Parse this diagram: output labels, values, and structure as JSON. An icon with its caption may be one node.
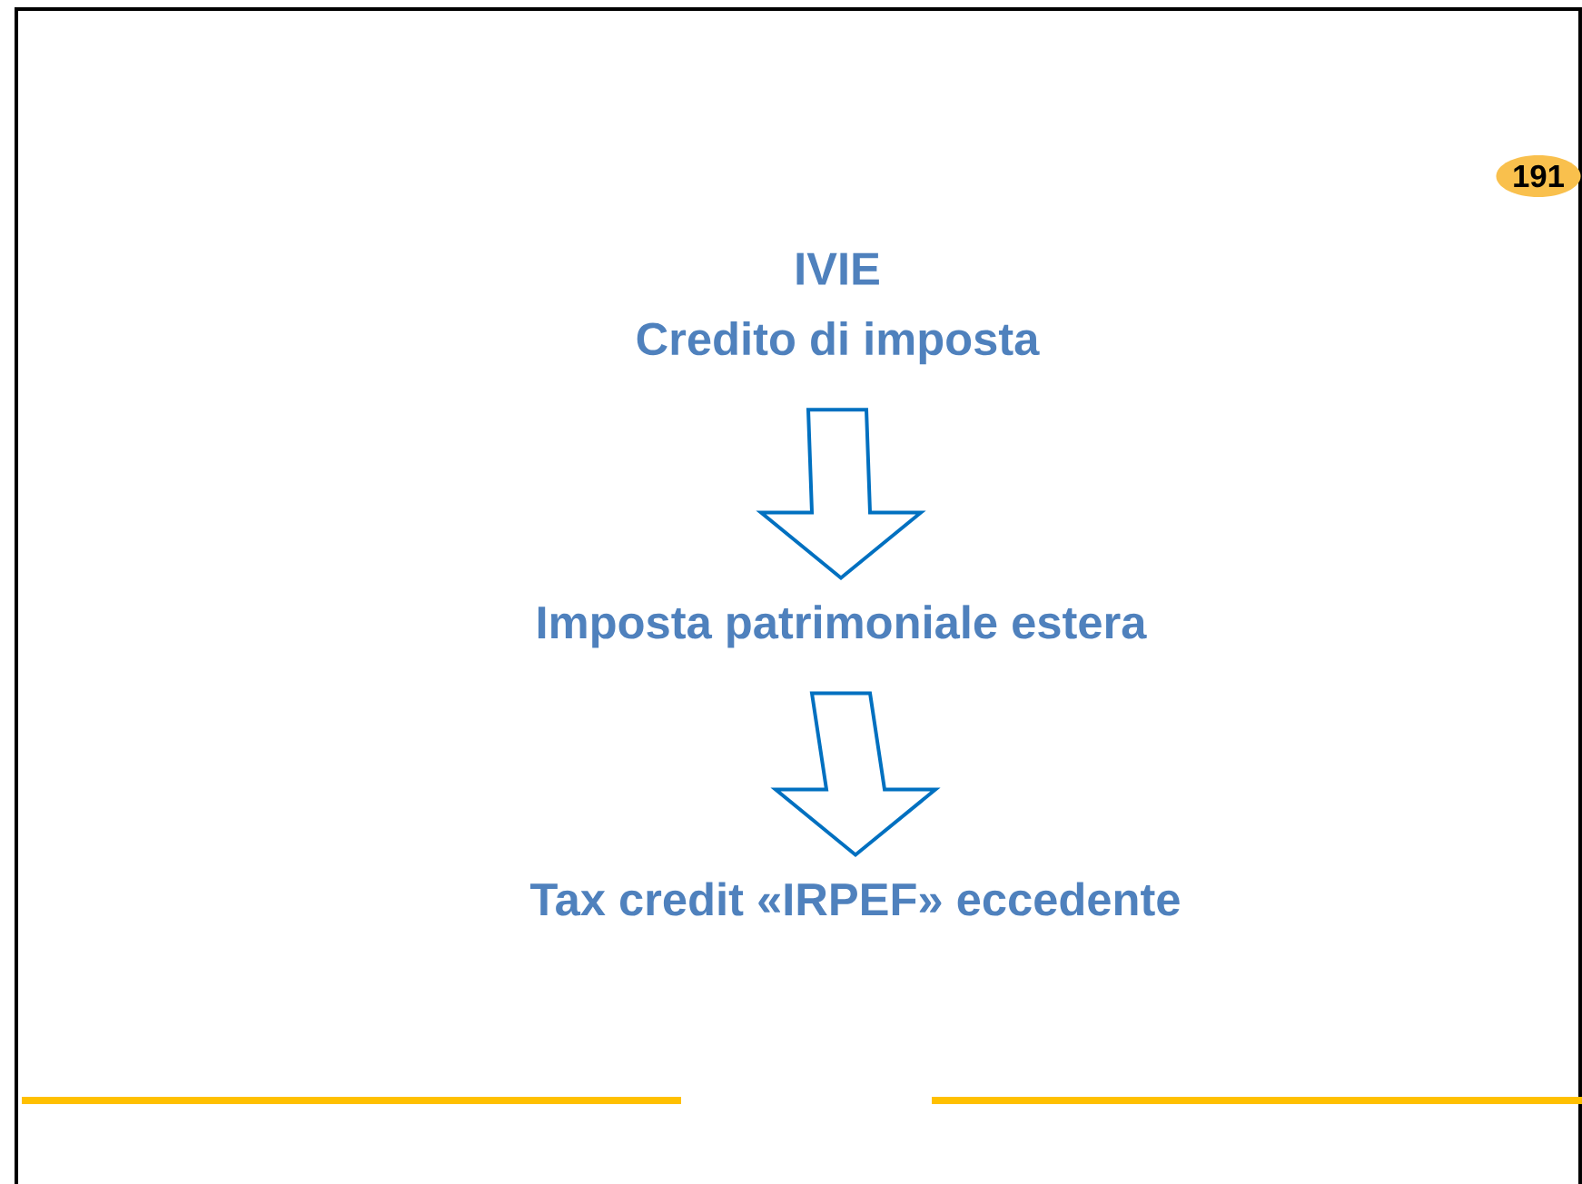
{
  "diagram": {
    "nodes": [
      {
        "text": [
          "IVIE",
          "Credito di imposta"
        ]
      },
      {
        "text": [
          "Imposta patrimoniale estera"
        ]
      },
      {
        "text": [
          "Tax credit «IRPEF» eccedente"
        ]
      },
      {
        "text": [
          "191"
        ]
      }
    ],
    "edges": [
      {
        "from": 0,
        "to": 1,
        "arrow": "to"
      },
      {
        "from": 1,
        "to": 2,
        "arrow": "to"
      }
    ]
  }
}
